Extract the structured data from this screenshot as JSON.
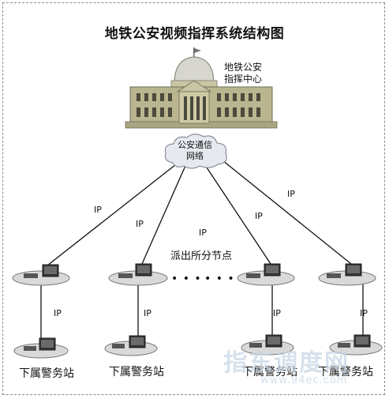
{
  "title": "地铁公安视频指挥系统结构图",
  "hq_label": [
    "地铁公安",
    "指挥中心"
  ],
  "cloud_label": [
    "公安通信",
    "网络"
  ],
  "mid_label": "派出所分节点",
  "dots": [
    "• • •",
    "• • •"
  ],
  "ip_label": "IP",
  "bottom_label": "下属警务站",
  "watermark": {
    "text": "指东调度网",
    "url": "www.94ec.com"
  },
  "colors": {
    "line": "#111111",
    "building": "#b9b58f",
    "cloud": "#e3e7ee",
    "disc": "#d7d7d7"
  }
}
